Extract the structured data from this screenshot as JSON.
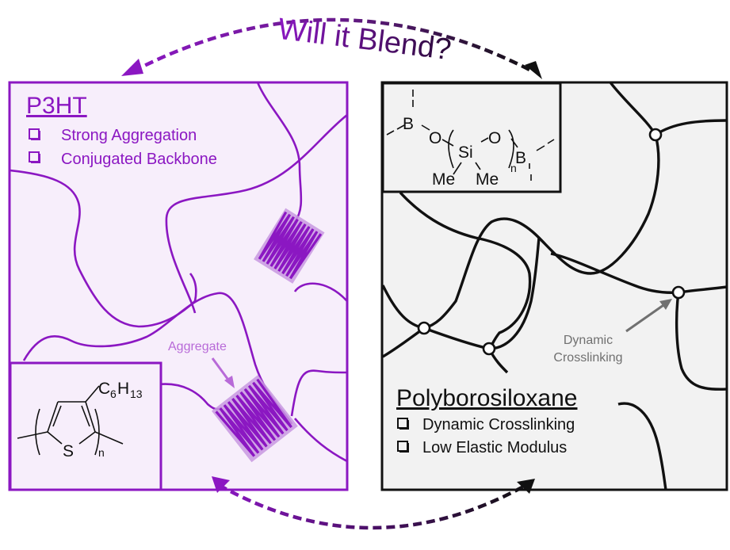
{
  "title": {
    "text": "Will it Blend?"
  },
  "colors": {
    "p3ht_accent": "#8b17c2",
    "p3ht_background": "#f7eefb",
    "p3ht_light": "#c898e0",
    "pbs_accent": "#111111",
    "pbs_background": "#f2f2f2",
    "annotation_gray": "#707070",
    "arrow_gradient_mid": "#3d0e54"
  },
  "left_panel": {
    "title": "P3HT",
    "features": [
      {
        "icon": "checkbox-icon",
        "label": "Strong Aggregation"
      },
      {
        "icon": "checkbox-icon",
        "label": "Conjugated Backbone"
      }
    ],
    "annotation": "Aggregate",
    "structure": {
      "name": "poly(3-hexylthiophene) repeat unit",
      "side_chain": "C",
      "side_chain_sub1": "6",
      "side_chain_h": "H",
      "side_chain_sub2": "13",
      "heteroatom": "S",
      "repeat_index": "n"
    }
  },
  "right_panel": {
    "title": "Polyborosiloxane",
    "features": [
      {
        "icon": "checkbox-icon",
        "label": "Dynamic Crosslinking"
      },
      {
        "icon": "checkbox-icon",
        "label": "Low Elastic Modulus"
      }
    ],
    "annotation_line1": "Dynamic",
    "annotation_line2": "Crosslinking",
    "structure": {
      "name": "polyborosiloxane repeat unit",
      "boron_left": "B",
      "oxygen_left": "O",
      "silicon": "Si",
      "oxygen_right": "O",
      "boron_right": "B",
      "methyl_1": "Me",
      "methyl_2": "Me",
      "repeat_index": "n"
    }
  }
}
